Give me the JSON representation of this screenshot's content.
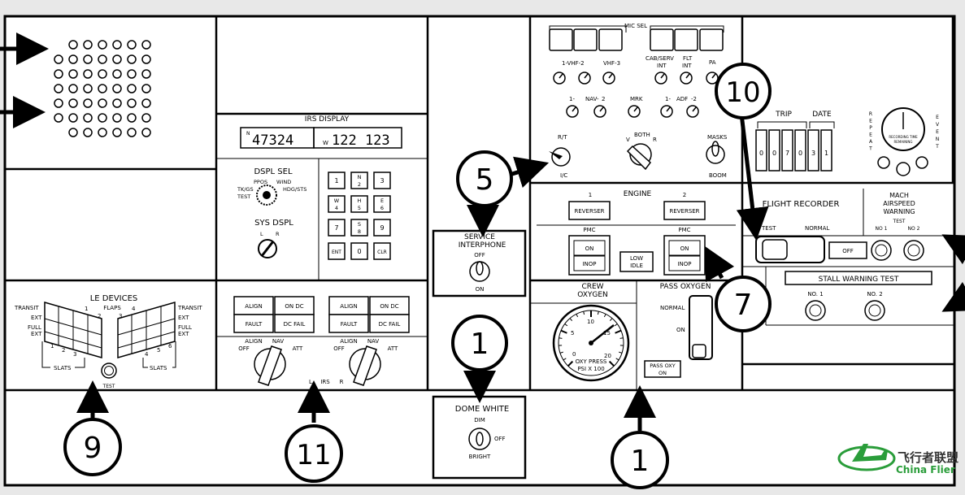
{
  "callouts": {
    "c9": "9",
    "c11": "11",
    "c1a": "1",
    "c1b": "1",
    "c5": "5",
    "c7": "7",
    "c10": "10"
  },
  "le_devices": {
    "title": "LE DEVICES",
    "flaps": "FLAPS",
    "slats": "SLATS",
    "transit": "TRANSIT",
    "ext": "EXT",
    "full": "FULL",
    "test": "TEST",
    "n1": "1",
    "n2": "2",
    "n3": "3",
    "n4": "4",
    "n5": "5",
    "n6": "6"
  },
  "irs": {
    "title": "IRS DISPLAY",
    "lat_prefix": "N",
    "lat": "47324",
    "lon_prefix": "W",
    "lon": "122 123",
    "dspl_sel": "DSPL SEL",
    "ppos": "PPOS",
    "wind": "WIND",
    "tkgs": "TK/GS",
    "hdgsts": "HDG/STS",
    "test": "TEST",
    "sys_dspl": "SYS DSPL",
    "l": "L",
    "r": "R",
    "keys": [
      "1",
      "N\n2",
      "3",
      "W\n4",
      "H\n5",
      "E\n6",
      "7",
      "S\n8",
      "9",
      "ENT",
      "0",
      "CLR"
    ]
  },
  "mode": {
    "align": "ALIGN",
    "on_dc": "ON DC",
    "fault": "FAULT",
    "dc_fail": "DC FAIL",
    "off": "OFF",
    "nav": "NAV",
    "att": "ATT",
    "l": "L",
    "irs": "IRS",
    "r": "R"
  },
  "service_interphone": {
    "title1": "SERVICE",
    "title2": "INTERPHONE",
    "off": "OFF",
    "on": "ON"
  },
  "dome_white": {
    "title": "DOME WHITE",
    "dim": "DIM",
    "off": "OFF",
    "bright": "BRIGHT"
  },
  "audio": {
    "mic_sel": "MIC SEL",
    "vhf12": "1-VHF-2",
    "vhf3": "VHF-3",
    "cab_serv": "CAB/SERV",
    "int": "INT",
    "flt": "FLT",
    "flt_int": "INT",
    "pa": "PA",
    "nav_l": "1-",
    "nav": "NAV-",
    "nav2": "2",
    "mrk": "MRK",
    "adf_l": "1-",
    "adf": "ADF",
    "adf2": "-2",
    "rt": "R/T",
    "ic": "I/C",
    "both": "BOTH",
    "v": "V",
    "r": "R",
    "masks": "MASKS",
    "boom": "BOOM"
  },
  "engine": {
    "title": "ENGINE",
    "n1": "1",
    "n2": "2",
    "reverser": "REVERSER",
    "pmc": "PMC",
    "on": "ON",
    "inop": "INOP",
    "low": "LOW",
    "idle": "IDLE"
  },
  "oxygen": {
    "crew1": "CREW",
    "crew2": "OXYGEN",
    "pass": "PASS OXYGEN",
    "normal": "NORMAL",
    "on": "ON",
    "oxy_press": "OXY PRESS",
    "psi": "PSI X 100",
    "pass_oxy": "PASS OXY",
    "pass_on": "ON",
    "g0": "0",
    "g5": "5",
    "g10": "10",
    "g15": "15",
    "g20": "20"
  },
  "recorder": {
    "trip": "TRIP",
    "date": "DATE",
    "digits": [
      "0",
      "0",
      "7",
      "0",
      "3",
      "1"
    ],
    "repeat": [
      "R",
      "E",
      "P",
      "E",
      "A",
      "T"
    ],
    "event": [
      "E",
      "V",
      "E",
      "N",
      "T"
    ],
    "rec_time": "RECORDING TIME",
    "remaining": "REMAINING",
    "flight_recorder": "FLIGHT RECORDER",
    "test": "TEST",
    "normal": "NORMAL",
    "off": "OFF",
    "mach1": "MACH",
    "mach2": "AIRSPEED",
    "mach3": "WARNING",
    "mach_test": "TEST",
    "no1": "NO 1",
    "no2": "NO 2",
    "stall": "STALL WARNING TEST",
    "s_no1": "NO. 1",
    "s_no2": "NO. 2"
  },
  "watermark": {
    "cn": "飞行者联盟",
    "en": "China Flier"
  },
  "colors": {
    "panel": "#ffffff",
    "background": "#e8e8e8",
    "ink": "#000000",
    "logo_green": "#2a9d3a",
    "logo_red": "#d9261c"
  }
}
